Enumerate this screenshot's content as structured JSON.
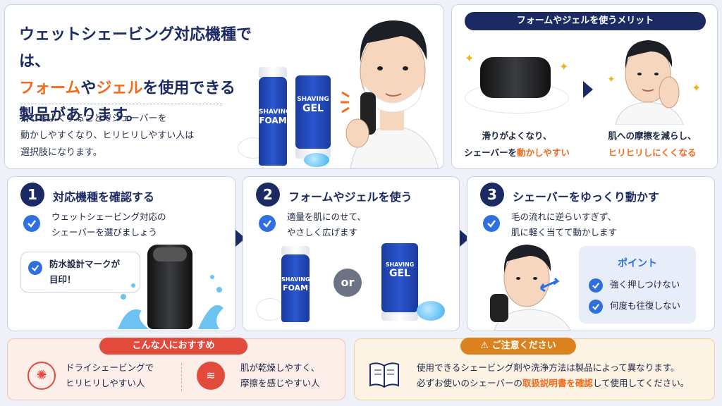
{
  "hero": {
    "line1": "ウェットシェービング対応機種では、",
    "line2_a": "フォーム",
    "line2_b": "や",
    "line2_c": "ジェル",
    "line2_d": "を使用できる",
    "line3": "製品があります。",
    "desc1": "滑りをよくすることでシェーバーを",
    "desc2": "動かしやすくなり、ヒリヒリしやすい人は",
    "desc3": "選択肢になります。",
    "foam_label1": "SHAVING",
    "foam_label2": "FOAM",
    "gel_label1": "SHAVING",
    "gel_label2": "GEL"
  },
  "merit": {
    "title": "フォームやジェルを使うメリット",
    "left1": "滑りがよくなり、",
    "left2_a": "シェーバーを",
    "left2_b": "動かしやすい",
    "right1": "肌への摩擦を減らし、",
    "right2": "ヒリヒリしにくくなる"
  },
  "steps": [
    {
      "num": "1",
      "title": "対応機種を確認する",
      "text1": "ウェットシェービング対応の",
      "text2": "シェーバーを選びましょう",
      "bubble1": "防水設計マークが",
      "bubble2": "目印！"
    },
    {
      "num": "2",
      "title": "フォームやジェルを使う",
      "text1": "適量を肌にのせて、",
      "text2": "やさしく広げます",
      "or": "or",
      "foam_label1": "SHAVING",
      "foam_label2": "FOAM",
      "gel_label1": "SHAVING",
      "gel_label2": "GEL"
    },
    {
      "num": "3",
      "title": "シェーバーをゆっくり動かす",
      "text1": "毛の流れに逆らいすぎず、",
      "text2": "肌に軽く当てて動かします",
      "point_title": "ポイント",
      "point1": "強く押しつけない",
      "point2": "何度も往復しない"
    }
  ],
  "recommend": {
    "title": "こんな人におすすめ",
    "item1_a": "ドライシェービングで",
    "item1_b": "ヒリヒリしやすい人",
    "item2_a": "肌が乾燥しやすく、",
    "item2_b": "摩擦を感じやすい人"
  },
  "caution": {
    "title": "ご注意ください",
    "line1": "使用できるシェービング剤や洗浄方法は製品によって異なります。",
    "line2_a": "必ずお使いのシェーバーの",
    "line2_b": "取扱説明書を確認",
    "line2_c": "して使用してください。"
  },
  "colors": {
    "navy": "#1c2a63",
    "orange": "#f26a1b",
    "check_blue": "#2f6fe0",
    "recommend_red": "#e24a3b",
    "caution_amber": "#d9821e"
  }
}
